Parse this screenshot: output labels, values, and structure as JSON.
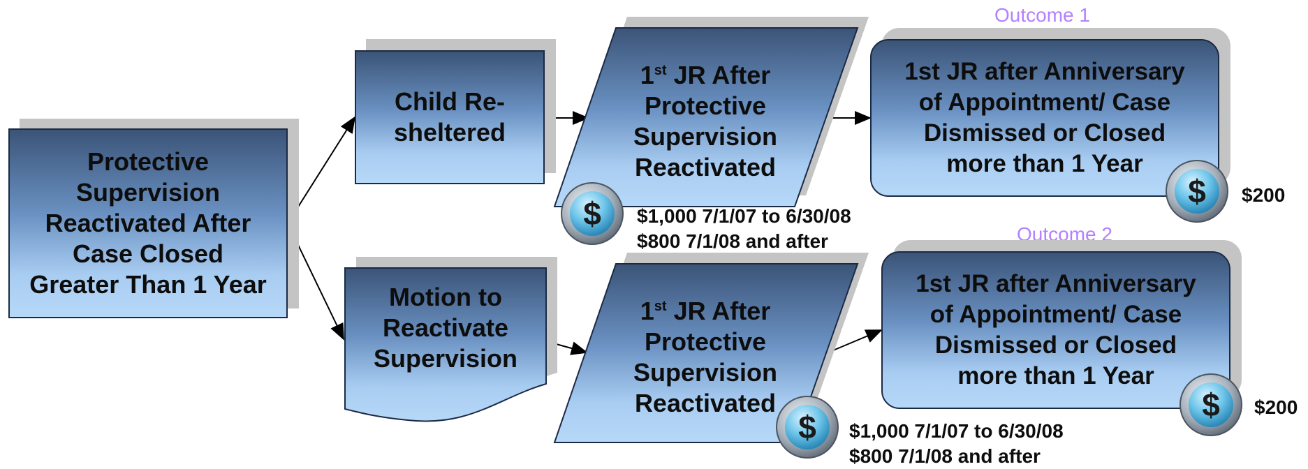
{
  "nodes": {
    "start": "Protective\nSupervision\nReactivated After\nCase Closed\nGreater Than 1 Year",
    "resheltered": "Child Re-\nsheltered",
    "motion": "Motion to\nReactivate\nSupervision",
    "jr_top": {
      "prefix": "1",
      "sup": "st",
      "rest": " JR After\nProtective\nSupervision\nReactivated"
    },
    "jr_bottom": {
      "prefix": "1",
      "sup": "st",
      "rest": " JR After\nProtective\nSupervision\nReactivated"
    },
    "outcome1_box": "1st JR after Anniversary\nof Appointment/ Case\nDismissed or Closed\nmore than 1 Year",
    "outcome2_box": "1st JR after Anniversary\nof Appointment/ Case\nDismissed or Closed\nmore than 1 Year"
  },
  "outcome_labels": {
    "one": "Outcome 1",
    "two": "Outcome 2"
  },
  "fees": {
    "jr_top": "$1,000 7/1/07 to 6/30/08\n$800 7/1/08 and after",
    "jr_bottom": "$1,000 7/1/07 to 6/30/08\n$800 7/1/08 and after",
    "outcome1": "$200",
    "outcome2": "$200"
  },
  "icons": {
    "coin_symbol": "$",
    "coin_colors": {
      "rim": "#9aa7b4",
      "face": "#6fc6ea",
      "glyph": "#1a1a1a"
    }
  },
  "colors": {
    "box_top": "#3b5478",
    "box_bottom": "#b6d8f8",
    "border": "#1b2a44",
    "shadow": "#c4c4c4",
    "outcome_label": "#b380ff"
  }
}
